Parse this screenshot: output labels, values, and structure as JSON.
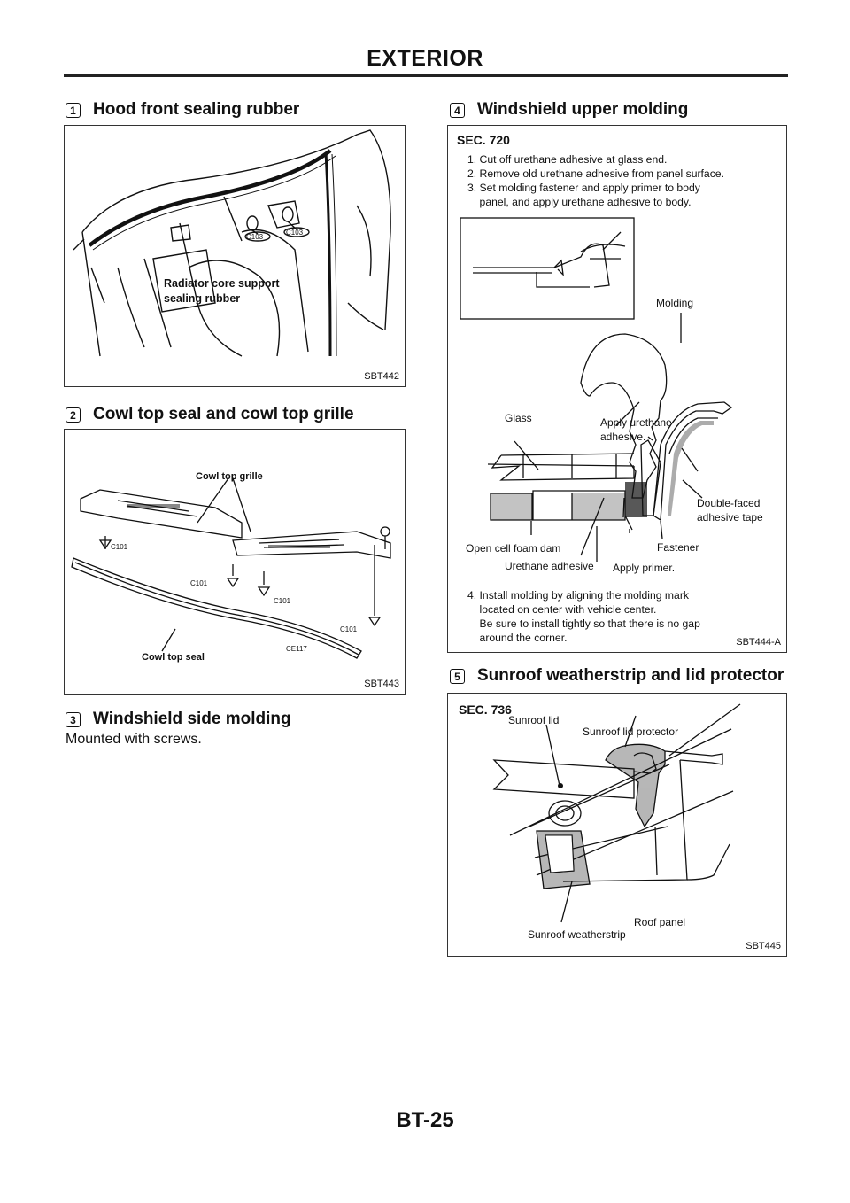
{
  "header": {
    "title": "EXTERIOR"
  },
  "sections": [
    {
      "num": "1",
      "title": "Hood front sealing rubber"
    },
    {
      "num": "2",
      "title": "Cowl top seal and cowl top grille"
    },
    {
      "num": "3",
      "title": "Windshield side molding",
      "body": "Mounted with screws."
    },
    {
      "num": "4",
      "title": "Windshield upper molding"
    },
    {
      "num": "5",
      "title": "Sunroof weatherstrip and lid protector"
    }
  ],
  "fig1": {
    "code": "SBT442",
    "label_line1": "Radiator core support",
    "label_line2": "sealing rubber",
    "clip1": "C103",
    "clip2": "C103"
  },
  "fig2": {
    "code": "SBT443",
    "grille_label": "Cowl top grille",
    "seal_label": "Cowl top seal",
    "clips": [
      "C101",
      "C101",
      "C101",
      "C101",
      "CE117"
    ]
  },
  "fig4": {
    "code": "SBT444-A",
    "sec": "SEC. 720",
    "steps": [
      "1. Cut off urethane adhesive at glass end.",
      "2. Remove old urethane adhesive from panel surface.",
      "3. Set molding fastener and apply primer to body",
      "    panel, and apply urethane adhesive to body."
    ],
    "labels": {
      "molding": "Molding",
      "glass": "Glass",
      "apply_urethane_1": "Apply urethane",
      "apply_urethane_2": "adhesive.",
      "double_faced_1": "Double-faced",
      "double_faced_2": "adhesive tape",
      "open_cell": "Open cell foam dam",
      "fastener": "Fastener",
      "urethane_adhesive": "Urethane adhesive",
      "apply_primer": "Apply primer."
    },
    "steps_after": [
      "4. Install molding by aligning the molding mark",
      "    located on center with vehicle center.",
      "    Be sure to install tightly so that there is no gap",
      "    around the corner."
    ]
  },
  "fig5": {
    "code": "SBT445",
    "sec": "SEC. 736",
    "labels": {
      "sunroof_lid": "Sunroof lid",
      "lid_protector": "Sunroof lid protector",
      "roof_panel": "Roof panel",
      "weatherstrip": "Sunroof weatherstrip"
    }
  },
  "footer": {
    "page": "BT-25"
  }
}
